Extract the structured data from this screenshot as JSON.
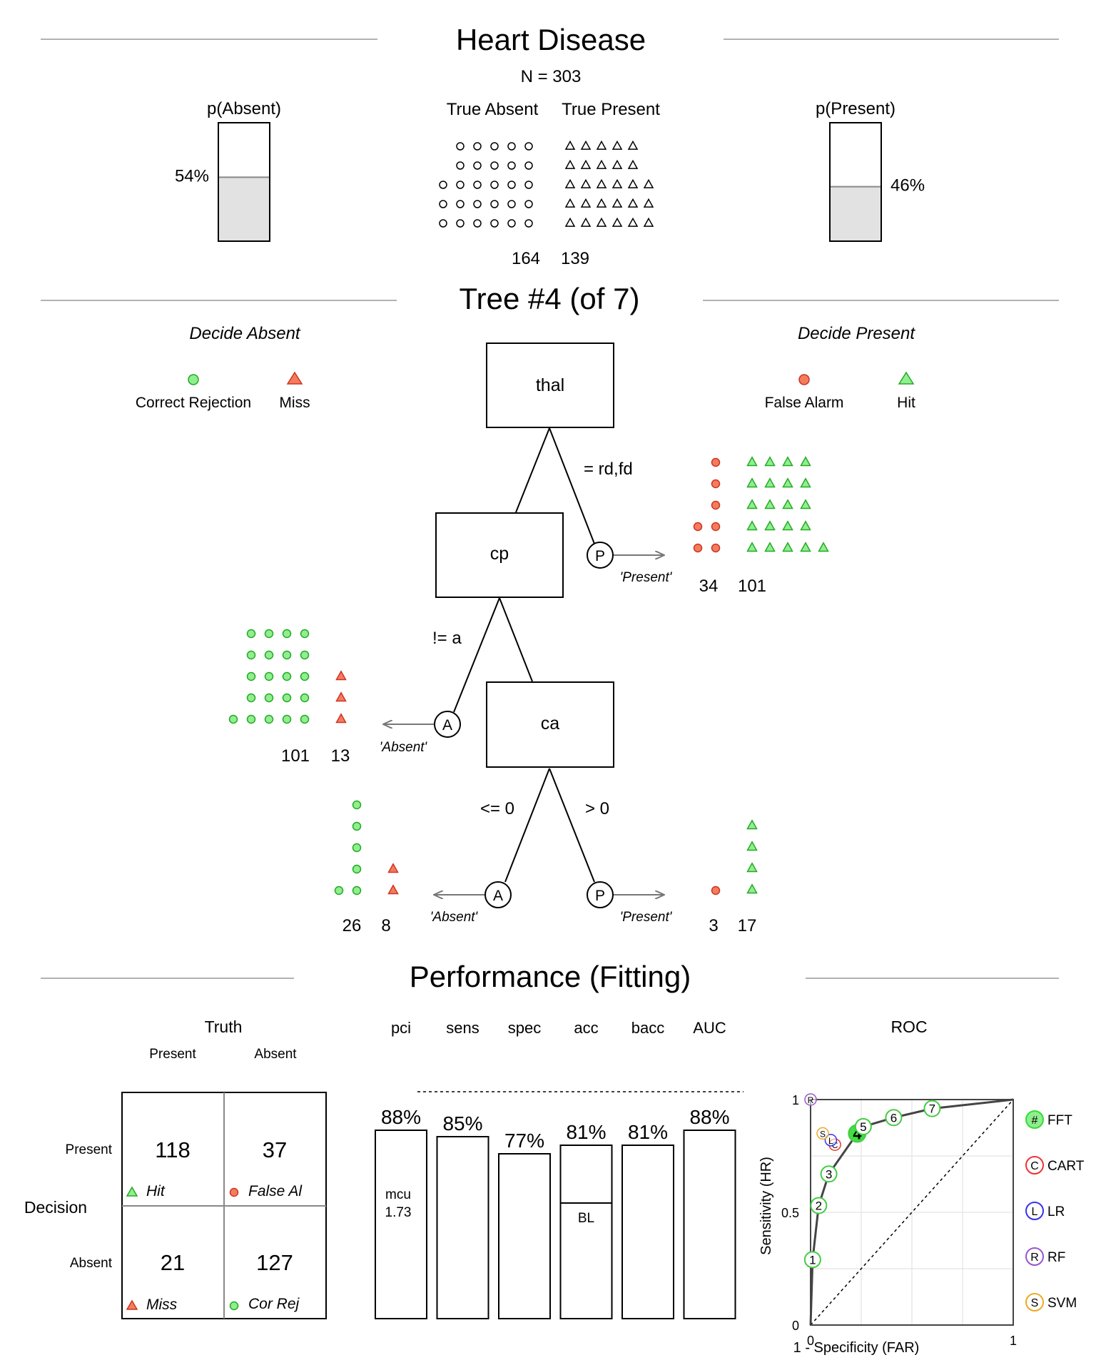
{
  "header": {
    "title": "Heart Disease",
    "n_label": "N = 303",
    "p_absent_label": "p(Absent)",
    "p_present_label": "p(Present)",
    "p_absent": 0.54,
    "p_present": 0.46,
    "p_absent_text": "54%",
    "p_present_text": "46%",
    "true_absent_label": "True Absent",
    "true_present_label": "True Present",
    "count_absent": "164",
    "count_present": "139"
  },
  "tree": {
    "title": "Tree #4 (of 7)",
    "decide_absent_label": "Decide Absent",
    "decide_present_label": "Decide Present",
    "legend": {
      "correct_rejection": "Correct Rejection",
      "miss": "Miss",
      "false_alarm": "False Alarm",
      "hit": "Hit"
    },
    "nodes": {
      "thal": "thal",
      "cp": "cp",
      "ca": "ca"
    },
    "edges": {
      "thal_exit": "= rd,fd",
      "cp_exit": "!= a",
      "ca_left": "<= 0",
      "ca_right": "> 0"
    },
    "leaf_letters": {
      "present": "P",
      "absent": "A"
    },
    "leaf_texts": {
      "present": "'Present'",
      "absent": "'Absent'"
    },
    "exits": {
      "thal": {
        "fa": "34",
        "hit": "101"
      },
      "cp": {
        "cr": "101",
        "miss": "13"
      },
      "ca_absent": {
        "cr": "26",
        "miss": "8"
      },
      "ca_present": {
        "fa": "3",
        "hit": "17"
      }
    }
  },
  "performance": {
    "title": "Performance (Fitting)",
    "truth_label": "Truth",
    "truth_present": "Present",
    "truth_absent": "Absent",
    "decision_label": "Decision",
    "decision_present": "Present",
    "decision_absent": "Absent",
    "cells": {
      "hit": "118",
      "hit_label": "Hit",
      "fa": "37",
      "fa_label": "False Al",
      "miss": "21",
      "miss_label": "Miss",
      "cr": "127",
      "cr_label": "Cor Rej"
    },
    "metric_labels": [
      "pci",
      "sens",
      "spec",
      "acc",
      "bacc",
      "AUC"
    ],
    "metric_values": [
      0.88,
      0.85,
      0.77,
      0.81,
      0.81,
      0.88
    ],
    "metric_texts": [
      "88%",
      "85%",
      "77%",
      "81%",
      "81%",
      "88%"
    ],
    "mcu_label": "mcu",
    "mcu_value": "1.73",
    "bl_label": "BL",
    "bl_value": 0.54,
    "roc": {
      "title": "ROC",
      "xlabel": "1 - Specificity (FAR)",
      "ylabel": "Sensitivity (HR)",
      "x_ticks": [
        "0",
        "1"
      ],
      "y_ticks": [
        "0",
        "0.5",
        "1"
      ],
      "legend": [
        {
          "symbol": "#",
          "label": "FFT",
          "color": "#33dd33"
        },
        {
          "symbol": "C",
          "label": "CART",
          "color": "#ee3333"
        },
        {
          "symbol": "L",
          "label": "LR",
          "color": "#3333ee"
        },
        {
          "symbol": "R",
          "label": "RF",
          "color": "#9955cc"
        },
        {
          "symbol": "S",
          "label": "SVM",
          "color": "#eeaa22"
        }
      ]
    }
  },
  "chart_data": {
    "type": "scatter",
    "title": "ROC",
    "xlabel": "1 - Specificity (FAR)",
    "ylabel": "Sensitivity (HR)",
    "xlim": [
      0,
      1
    ],
    "ylim": [
      0,
      1
    ],
    "grid": true,
    "fft_trees": [
      {
        "label": "1",
        "far": 0.01,
        "hr": 0.29
      },
      {
        "label": "2",
        "far": 0.04,
        "hr": 0.53
      },
      {
        "label": "3",
        "far": 0.09,
        "hr": 0.67
      },
      {
        "label": "4",
        "far": 0.23,
        "hr": 0.85
      },
      {
        "label": "5",
        "far": 0.26,
        "hr": 0.88
      },
      {
        "label": "6",
        "far": 0.41,
        "hr": 0.92
      },
      {
        "label": "7",
        "far": 0.6,
        "hr": 0.96
      }
    ],
    "selected_tree": "4",
    "other_models": [
      {
        "symbol": "C",
        "far": 0.12,
        "hr": 0.8
      },
      {
        "symbol": "L",
        "far": 0.1,
        "hr": 0.82
      },
      {
        "symbol": "R",
        "far": 0.0,
        "hr": 1.0
      },
      {
        "symbol": "S",
        "far": 0.06,
        "hr": 0.85
      }
    ]
  }
}
